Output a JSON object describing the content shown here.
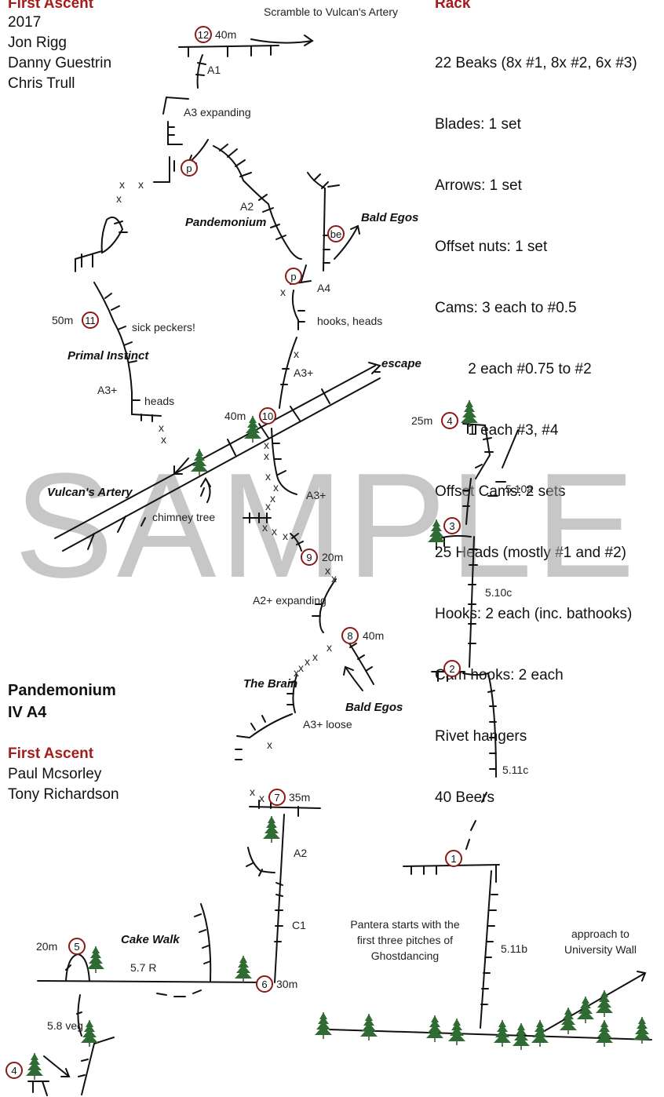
{
  "top_left": {
    "header": "First Ascent",
    "lines": [
      "2017",
      "Jon Rigg",
      "Danny Guestrin",
      "Chris Trull"
    ]
  },
  "rack": {
    "header": "Rack",
    "lines": [
      "22 Beaks (8x #1, 8x #2, 6x #3)",
      "Blades: 1 set",
      "Arrows: 1 set",
      "Offset nuts: 1 set",
      "Cams: 3 each to #0.5",
      "        2 each #0.75 to #2",
      "        1 each #3, #4",
      "Offset Cams: 2 sets",
      "25 Heads (mostly #1 and #2)",
      "Hooks: 2 each (inc. bathooks)",
      "Cam hooks: 2 each",
      "Rivet hangers",
      "40 Beers"
    ]
  },
  "route": {
    "name": "Pandemonium",
    "grade": "IV A4",
    "fa_header": "First Ascent",
    "fa_lines": [
      "Paul Mcsorley",
      "Tony Richardson"
    ]
  },
  "watermark": "SAMPLE",
  "topo": {
    "names": {
      "pandemonium": "Pandemonium",
      "bald_egos_top": "Bald Egos",
      "primal": "Primal Instinct",
      "vulcans": "Vulcan's Artery",
      "the_brain": "The Brain",
      "bald_egos_mid": "Bald Egos",
      "cake_walk": "Cake Walk",
      "escape": "escape"
    },
    "labels": {
      "scramble": "Scramble to Vulcan's Artery",
      "a1": "A1",
      "a3_exp": "A3 expanding",
      "a2_top": "A2",
      "a4": "A4",
      "hooks_heads": "hooks, heads",
      "sick": "sick peckers!",
      "heads": "heads",
      "a3plus_left": "A3+",
      "a3plus_center": "A3+",
      "a3plus_lower": "A3+",
      "chimney": "chimney tree",
      "a2plus_exp": "A2+ expanding",
      "a3plus_loose": "A3+ loose",
      "a2_low": "A2",
      "c1": "C1",
      "g510a": "5.10a",
      "g510c": "5.10c",
      "g511c": "5.11c",
      "g511b": "5.11b",
      "g57r": "5.7 R",
      "g58veg": "5.8 veg",
      "pantera": "Pantera starts with the first three pitches of Ghostdancing",
      "approach": "approach to University Wall"
    },
    "belays": {
      "b12": "12",
      "b12d": "40m",
      "b11": "11",
      "b11d": "50m",
      "b10": "10",
      "b10d": "40m",
      "b9": "9",
      "b9d": "20m",
      "b8": "8",
      "b8d": "40m",
      "b7": "7",
      "b7d": "35m",
      "b6": "6",
      "b6d": "30m",
      "b5": "5",
      "b5d": "20m",
      "b4": "4",
      "b4d": "25m",
      "b3": "3",
      "b2": "2",
      "b1": "1",
      "b4low": "4",
      "p1": "p",
      "p2": "p",
      "be": "be"
    }
  }
}
